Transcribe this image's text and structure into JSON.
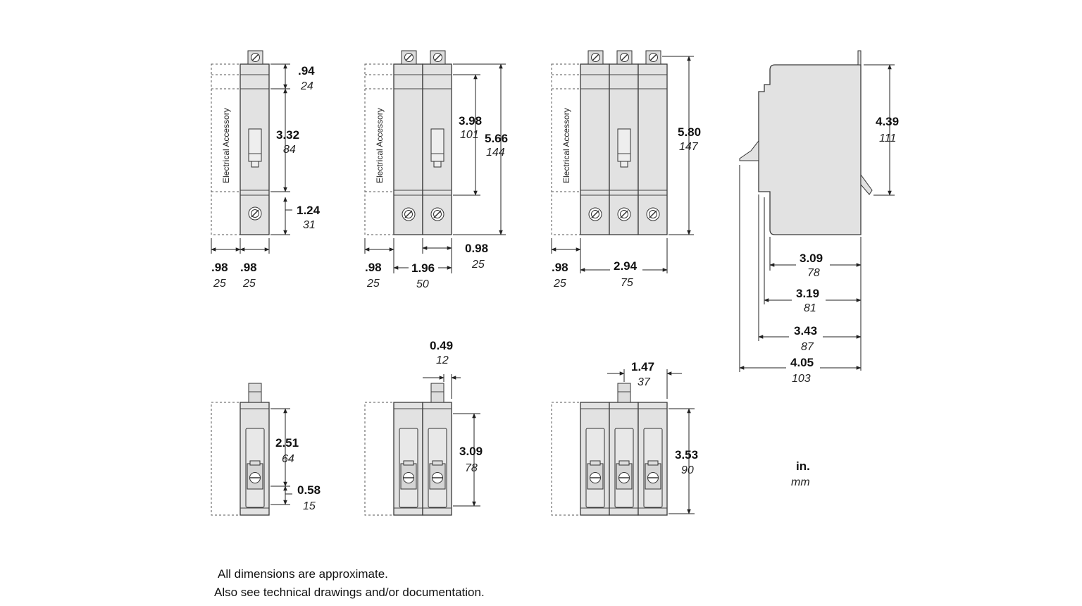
{
  "side_label": "Electrical Accessory",
  "front": {
    "one_pole": {
      "top": {
        "in": ".94",
        "mm": "24"
      },
      "mid": {
        "in": "3.32",
        "mm": "84"
      },
      "bot": {
        "in": "1.24",
        "mm": "31"
      },
      "w_acc": {
        "in": ".98",
        "mm": "25"
      },
      "w_pole": {
        "in": ".98",
        "mm": "25"
      }
    },
    "two_pole": {
      "mid": {
        "in": "3.98",
        "mm": "101"
      },
      "height": {
        "in": "5.66",
        "mm": "144"
      },
      "pole": {
        "in": "0.98",
        "mm": "25"
      },
      "w_acc": {
        "in": ".98",
        "mm": "25"
      },
      "width": {
        "in": "1.96",
        "mm": "50"
      }
    },
    "three_pole": {
      "height": {
        "in": "5.80",
        "mm": "147"
      },
      "w_acc": {
        "in": ".98",
        "mm": "25"
      },
      "width": {
        "in": "2.94",
        "mm": "75"
      }
    }
  },
  "side": {
    "height": {
      "in": "4.39",
      "mm": "111"
    },
    "d1": {
      "in": "3.09",
      "mm": "78"
    },
    "d2": {
      "in": "3.19",
      "mm": "81"
    },
    "d3": {
      "in": "3.43",
      "mm": "87"
    },
    "d4": {
      "in": "4.05",
      "mm": "103"
    }
  },
  "bottom": {
    "one_pole": {
      "upper": {
        "in": "2.51",
        "mm": "64"
      },
      "lower": {
        "in": "0.58",
        "mm": "15"
      }
    },
    "two_pole": {
      "stub": {
        "in": "0.49",
        "mm": "12"
      },
      "height": {
        "in": "3.09",
        "mm": "78"
      }
    },
    "three_pole": {
      "offset": {
        "in": "1.47",
        "mm": "37"
      },
      "height": {
        "in": "3.53",
        "mm": "90"
      }
    }
  },
  "units": {
    "in": "in.",
    "mm": "mm"
  },
  "notes": {
    "line1": "All dimensions are approximate.",
    "line2": "Also see technical drawings and/or documentation."
  }
}
